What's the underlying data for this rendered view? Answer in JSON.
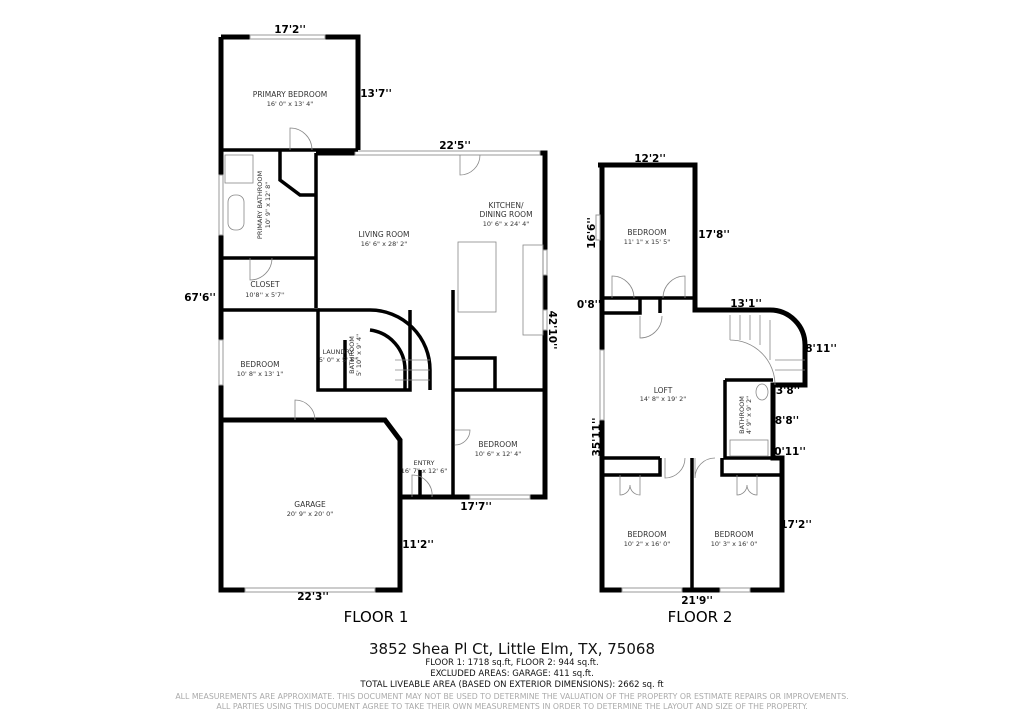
{
  "floor1": {
    "label": "FLOOR 1",
    "rooms": [
      {
        "name": "PRIMARY BEDROOM",
        "size": "16' 0\" x 13' 4\""
      },
      {
        "name": "PRIMARY BATHROOM",
        "size": "10' 9\" x 12' 8\""
      },
      {
        "name": "LIVING ROOM",
        "size": "16' 6\" x 28' 2\""
      },
      {
        "name": "KITCHEN/",
        "name2": "DINING ROOM",
        "size": "10' 6\" x 24' 4\""
      },
      {
        "name": "CLOSET",
        "size": "10'8'' x 5'7''"
      },
      {
        "name": "BEDROOM",
        "size": "10' 8\" x 13' 1\""
      },
      {
        "name": "LAUNDRY",
        "size": "5' 0\" x 5' 8\""
      },
      {
        "name": "BATHROOM",
        "size": "5' 10\" x 9' 4\""
      },
      {
        "name": "BEDROOM",
        "size": "10' 6\" x 12' 4\""
      },
      {
        "name": "ENTRY",
        "size": "16' 7\" x 12' 6\""
      },
      {
        "name": "GARAGE",
        "size": "20' 9\" x 20' 0\""
      }
    ],
    "dimensions": [
      "17'2''",
      "13'7''",
      "22'5''",
      "67'6''",
      "42'10''",
      "17'7''",
      "11'2''",
      "22'3''"
    ]
  },
  "floor2": {
    "label": "FLOOR 2",
    "rooms": [
      {
        "name": "BEDROOM",
        "size": "11' 1\" x 15' 5\""
      },
      {
        "name": "LOFT",
        "size": "14' 8\" x 19' 2\""
      },
      {
        "name": "BATHROOM",
        "size": "4' 9\" x 9' 2\""
      },
      {
        "name": "BEDROOM",
        "size": "10' 2\" x 16' 0\""
      },
      {
        "name": "BEDROOM",
        "size": "10' 3\" x 16' 0\""
      }
    ],
    "dimensions": [
      "12'2''",
      "16'6''",
      "17'8''",
      "0'8''",
      "13'1''",
      "8'11''",
      "3'8''",
      "8'8''",
      "0'11''",
      "35'11''",
      "17'2''",
      "21'9''"
    ]
  },
  "footer": {
    "address": "3852 Shea Pl Ct, Little Elm, TX, 75068",
    "floor_areas": "FLOOR 1: 1718 sq.ft, FLOOR 2: 944 sq.ft.",
    "excluded": "EXCLUDED AREAS: GARAGE: 411 sq.ft.",
    "total": "TOTAL LIVEABLE AREA (BASED ON EXTERIOR DIMENSIONS): 2662 sq. ft",
    "disclaimer1": "ALL MEASUREMENTS ARE APPROXIMATE. THIS DOCUMENT MAY NOT BE USED TO DETERMINE THE VALUATION OF THE PROPERTY OR ESTIMATE REPAIRS OR IMPROVEMENTS.",
    "disclaimer2": "ALL PARTIES USING THIS DOCUMENT AGREE TO TAKE THEIR OWN MEASUREMENTS IN ORDER TO DETERMINE THE LAYOUT AND SIZE OF THE PROPERTY."
  }
}
